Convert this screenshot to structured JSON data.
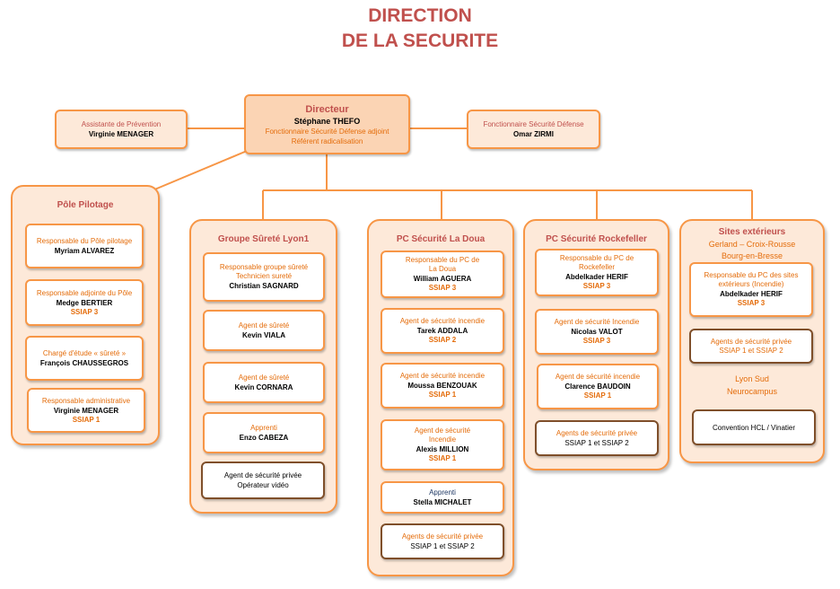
{
  "title": {
    "line1": "DIRECTION",
    "line2": "DE LA SECURITE"
  },
  "top": {
    "assistant": {
      "role": "Assistante de Prévention",
      "name": "Virginie MENAGER"
    },
    "director": {
      "title": "Directeur",
      "name": "Stéphane THEFO",
      "role1": "Fonctionnaire Sécurité Défense adjoint",
      "role2": "Référent radicalisation"
    },
    "defense": {
      "role": "Fonctionnaire Sécurité Défense",
      "name": "Omar ZIRMI"
    }
  },
  "pole": {
    "title": "Pôle Pilotage",
    "cards": [
      {
        "role": "Responsable du Pôle pilotage",
        "name": "Myriam ALVAREZ"
      },
      {
        "role": "Responsable adjointe du Pôle",
        "name": "Medge BERTIER",
        "ssiap": "SSIAP 3"
      },
      {
        "role": "Chargé d'étude « sûreté »",
        "name": "François CHAUSSEGROS"
      },
      {
        "role": "Responsable administrative",
        "name": "Virginie MENAGER",
        "ssiap": "SSIAP 1"
      }
    ]
  },
  "groupe": {
    "title": "Groupe Sûreté Lyon1",
    "cards": [
      {
        "role": "Responsable groupe sûreté",
        "role2": "Technicien sureté",
        "name": "Christian SAGNARD"
      },
      {
        "role": "Agent de sûreté",
        "name": "Kevin VIALA"
      },
      {
        "role": "Agent de sûreté",
        "name": "Kevin CORNARA"
      },
      {
        "role": "Apprenti",
        "name": "Enzo CABEZA"
      },
      {
        "line1": "Agent de sécurité privée",
        "line2": "Opérateur vidéo"
      }
    ]
  },
  "doua": {
    "title": "PC Sécurité La Doua",
    "cards": [
      {
        "role": "Responsable du PC de",
        "role2": "La Doua",
        "name": "William AGUERA",
        "ssiap": "SSIAP 3"
      },
      {
        "role": "Agent de sécurité incendie",
        "name": "Tarek ADDALA",
        "ssiap": "SSIAP 2"
      },
      {
        "role": "Agent de sécurité incendie",
        "name": "Moussa BENZOUAK",
        "ssiap": "SSIAP 1"
      },
      {
        "role": "Agent de sécurité",
        "role2": "Incendie",
        "name": "Alexis MILLION",
        "ssiap": "SSIAP 1"
      },
      {
        "role": "Apprenti",
        "name": "Stella MICHALET"
      },
      {
        "line1": "Agents de sécurité privée",
        "line2": "SSIAP 1 et SSIAP 2"
      }
    ]
  },
  "rockefeller": {
    "title": "PC Sécurité Rockefeller",
    "cards": [
      {
        "role": "Responsable du PC de",
        "role2": "Rockefeller",
        "name": "Abdelkader HERIF",
        "ssiap": "SSIAP 3"
      },
      {
        "role": "Agent de sécurité Incendie",
        "name": "Nicolas VALOT",
        "ssiap": "SSIAP 3"
      },
      {
        "role": "Agent de sécurité incendie",
        "name": "Clarence BAUDOIN",
        "ssiap": "SSIAP 1"
      },
      {
        "line1": "Agents de sécurité privée",
        "line2": "SSIAP 1 et SSIAP 2"
      }
    ]
  },
  "sites": {
    "title": "Sites extérieurs",
    "sub1": "Gerland – Croix-Rousse",
    "sub2": "Bourg-en-Bresse",
    "card1": {
      "role": "Responsable du PC des sites",
      "role2": "extérieurs (Incendie)",
      "name": "Abdelkader HERIF",
      "ssiap": "SSIAP 3"
    },
    "card2": {
      "line1": "Agents de sécurité privée",
      "line2": "SSIAP 1 et SSIAP 2"
    },
    "sub3": "Lyon Sud",
    "sub4": "Neurocampus",
    "card3": {
      "line1": "Convention HCL / Vinatier"
    }
  },
  "colors": {
    "accent": "#f79646",
    "title": "#c0504d",
    "text_orange": "#e46c0a",
    "column_bg": "#fde9d9",
    "dark_border": "#7f4f2a"
  }
}
